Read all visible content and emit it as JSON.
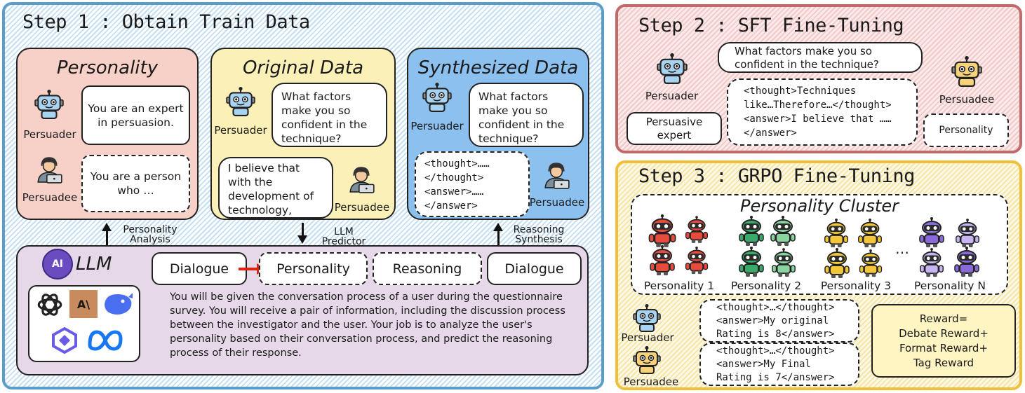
{
  "step1": {
    "title": "Step 1 : Obtain Train Data",
    "personality": {
      "title": "Personality",
      "persuader_label": "Persuader",
      "persuader_text": "You are an expert in persuasion.",
      "persuadee_label": "Persuadee",
      "persuadee_text": "You are a person who …"
    },
    "original": {
      "title": "Original Data",
      "persuader_label": "Persuader",
      "question": "What factors make you so confident in the technique?",
      "answer": "I believe that with the development of technology,",
      "persuadee_label": "Persuadee"
    },
    "synth": {
      "title": "Synthesized Data",
      "persuader_label": "Persuader",
      "question": "What factors make you so confident in the technique?",
      "answer_lines": [
        "<thought>……",
        "</thought>",
        "<answer>……",
        "</answer>"
      ],
      "persuadee_label": "Persuadee"
    },
    "arrows": {
      "a1": [
        "Personality",
        "Analysis"
      ],
      "a2": [
        "LLM",
        "Predictor"
      ],
      "a3": [
        "Reasoning",
        "Synthesis"
      ]
    },
    "llm": {
      "title": "LLM",
      "badge": "AI",
      "chips": [
        "Dialogue",
        "Personality",
        "Reasoning",
        "Dialogue"
      ],
      "prompt": "You will be given the conversation process of a user during the questionnaire survey. You will receive a pair of information, including the discussion process between the investigator and the user. Your job is to analyze the user's personality based on their conversation process, and predict the reasoning process of their response.",
      "anthropic_logo": "A\\"
    }
  },
  "step2": {
    "title": "Step 2 : SFT Fine-Tuning",
    "question": "What factors make you so confident in the technique?",
    "persuader_label": "Persuader",
    "persuadee_label": "Persuadee",
    "answer_lines": [
      "<thought>Techniques",
      "like…Therefore…</thought>",
      "<answer>I believe that ……",
      "</answer>"
    ],
    "left_box": "Persuasive expert",
    "right_box": "Personality"
  },
  "step3": {
    "title": "Step 3 : GRPO Fine-Tuning",
    "cluster_title": "Personality Cluster",
    "groups": [
      "Personality 1",
      "Personality 2",
      "Personality 3",
      "Personality N"
    ],
    "ellipsis": "…",
    "persuader_label": "Persuader",
    "persuadee_label": "Persuadee",
    "bubble1_lines": [
      "<thought>…</thought>",
      "<answer>My original",
      "Rating is 8</answer>"
    ],
    "bubble2_lines": [
      "<thought>…</thought>",
      "<answer>My Final",
      "Rating is 7</answer>"
    ],
    "reward_lines": [
      "Reward=",
      "Debate Reward+",
      "Format Reward+",
      "Tag Reward"
    ]
  },
  "colors": {
    "step1_border": "#5b9cc8",
    "step2_border": "#c26a6a",
    "step3_border": "#f0c03c",
    "personality_card": "#f7d0c8",
    "original_card": "#fbf0b8",
    "synth_card": "#8cc0ef",
    "llm_box": "#e6d8e8",
    "red_arrow": "#e02010",
    "robot_blue": "#a8d4f2",
    "robot_yellow": "#f7d27a"
  }
}
